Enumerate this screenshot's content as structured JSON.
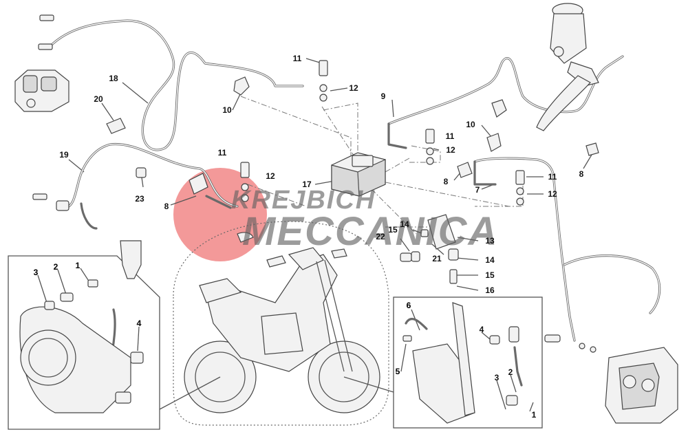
{
  "watermark": {
    "line1": "KREJBICH",
    "line2": "MECCANICA",
    "disc_color": "#f08080",
    "text_color": "#5f5f5f"
  },
  "callouts": [
    {
      "id": "c-main-1",
      "label": "1"
    },
    {
      "id": "c-main-2",
      "label": "2"
    },
    {
      "id": "c-main-3",
      "label": "3"
    },
    {
      "id": "c-main-4",
      "label": "4"
    },
    {
      "id": "c-main-5",
      "label": "5"
    },
    {
      "id": "c-main-6",
      "label": "6"
    },
    {
      "id": "c-7",
      "label": "7"
    },
    {
      "id": "c-8a",
      "label": "8"
    },
    {
      "id": "c-8b",
      "label": "8"
    },
    {
      "id": "c-8c",
      "label": "8"
    },
    {
      "id": "c-9",
      "label": "9"
    },
    {
      "id": "c-10a",
      "label": "10"
    },
    {
      "id": "c-10b",
      "label": "10"
    },
    {
      "id": "c-11a",
      "label": "11"
    },
    {
      "id": "c-11b",
      "label": "11"
    },
    {
      "id": "c-11c",
      "label": "11"
    },
    {
      "id": "c-11d",
      "label": "11"
    },
    {
      "id": "c-12a",
      "label": "12"
    },
    {
      "id": "c-12b",
      "label": "12"
    },
    {
      "id": "c-12c",
      "label": "12"
    },
    {
      "id": "c-12d",
      "label": "12"
    },
    {
      "id": "c-13",
      "label": "13"
    },
    {
      "id": "c-14a",
      "label": "14"
    },
    {
      "id": "c-14b",
      "label": "14"
    },
    {
      "id": "c-15a",
      "label": "15"
    },
    {
      "id": "c-15b",
      "label": "15"
    },
    {
      "id": "c-16",
      "label": "16"
    },
    {
      "id": "c-17",
      "label": "17"
    },
    {
      "id": "c-18",
      "label": "18"
    },
    {
      "id": "c-19",
      "label": "19"
    },
    {
      "id": "c-20",
      "label": "20"
    },
    {
      "id": "c-21",
      "label": "21"
    },
    {
      "id": "c-22",
      "label": "22"
    },
    {
      "id": "c-23",
      "label": "23"
    },
    {
      "id": "c-left-1",
      "label": "1"
    },
    {
      "id": "c-left-2",
      "label": "2"
    },
    {
      "id": "c-left-3",
      "label": "3"
    },
    {
      "id": "c-left-4",
      "label": "4"
    },
    {
      "id": "c-right-1",
      "label": "1"
    },
    {
      "id": "c-right-2",
      "label": "2"
    },
    {
      "id": "c-right-3",
      "label": "3"
    },
    {
      "id": "c-right-4",
      "label": "4"
    },
    {
      "id": "c-right-5",
      "label": "5"
    },
    {
      "id": "c-right-6",
      "label": "6"
    }
  ]
}
